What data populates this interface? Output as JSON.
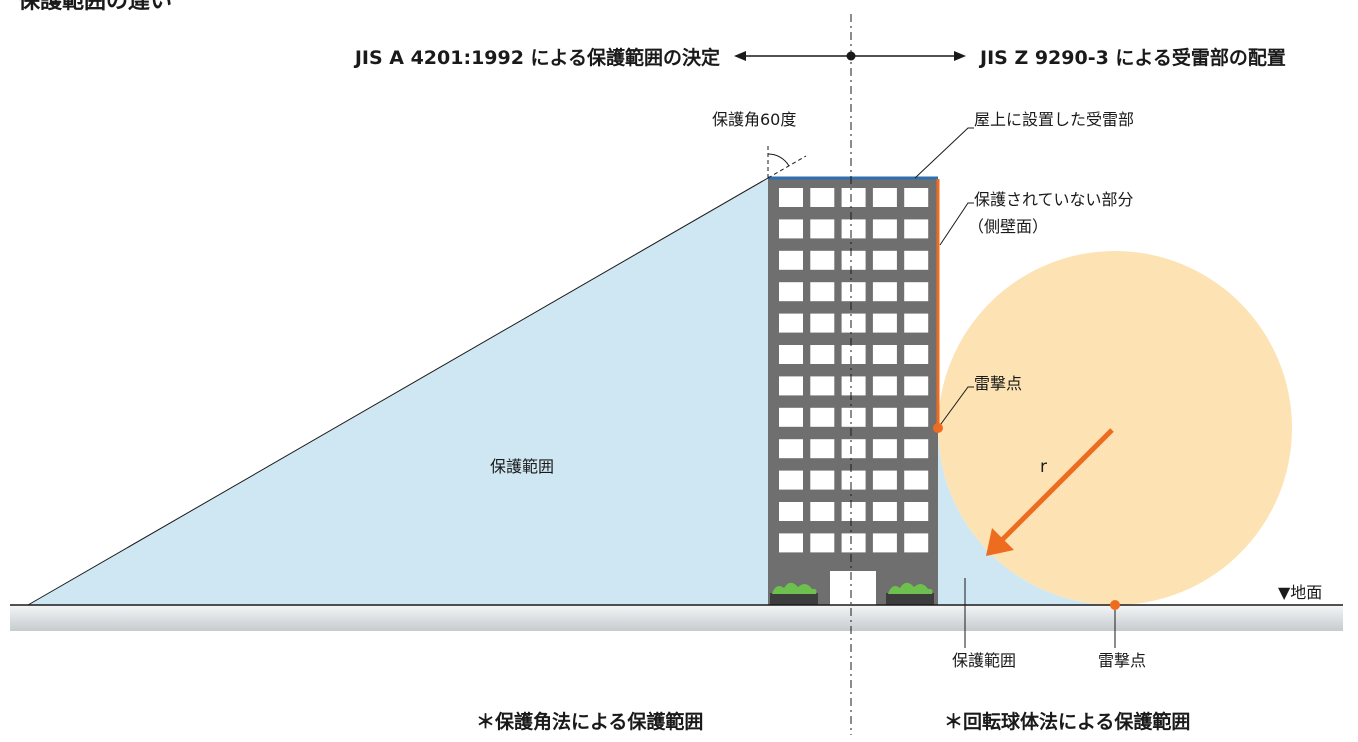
{
  "page_title": "保護範囲の違い",
  "left_header": "JIS A 4201:1992 による保護範囲の決定",
  "right_header": "JIS Z 9290-3 による受雷部の配置",
  "labels": {
    "protection_angle": "保護角60度",
    "rooftop_receptor": "屋上に設置した受雷部",
    "unprotected_part_line1": "保護されていない部分",
    "unprotected_part_line2": "（側壁面）",
    "strike_point_wall": "雷撃点",
    "radius": "r",
    "protection_range_left": "保護範囲",
    "ground": "▼地面",
    "protection_range_bottom": "保護範囲",
    "strike_point_ground": "雷撃点"
  },
  "footer": {
    "left": "＊保護角法による保護範囲",
    "right": "＊回転球体法による保護範囲"
  },
  "colors": {
    "sky_blue": "#cfe7f2",
    "sphere": "#fde3b3",
    "building": "#6f6f6f",
    "window": "#ffffff",
    "accent_orange": "#ee6c1f",
    "roof_blue": "#2f6fb0",
    "ground_top": "#f2f4f5",
    "ground_bottom": "#c9ced1",
    "shrub": "#6dc04d"
  }
}
